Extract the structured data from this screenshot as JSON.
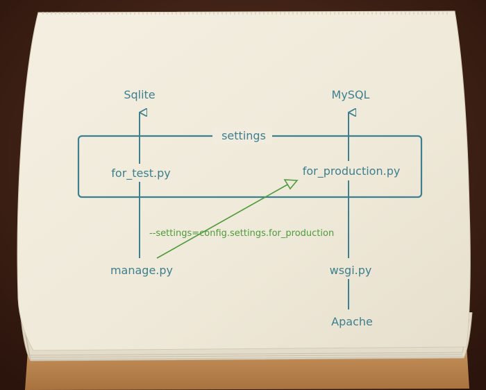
{
  "diagram": {
    "databases": {
      "left": "Sqlite",
      "right": "MySQL"
    },
    "settings_group": {
      "title": "settings",
      "left_module": "for_test.py",
      "right_module": "for_production.py"
    },
    "entry_points": {
      "left": "manage.py",
      "right": "wsgi.py"
    },
    "server": "Apache",
    "cli_option": "--settings=config.settings.for_production"
  },
  "colors": {
    "diagram_stroke": "#3d7f8f",
    "cli_arrow": "#4e9a3c",
    "paper": "#f1ecdd",
    "table": "#3a1f14"
  }
}
